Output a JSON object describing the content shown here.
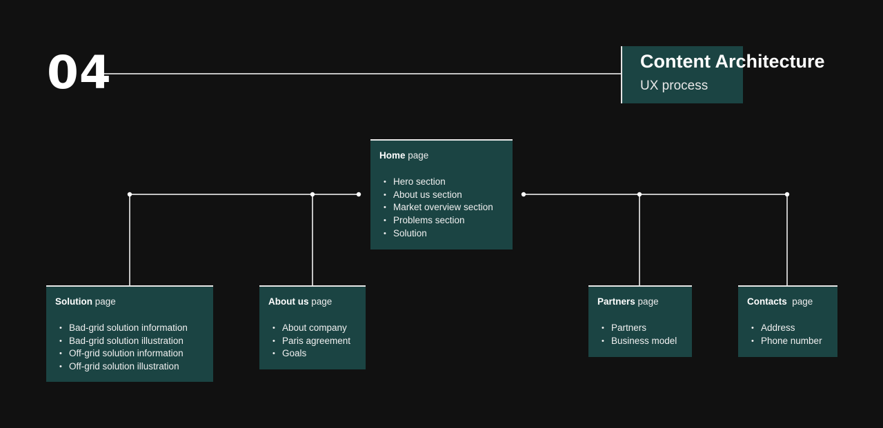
{
  "header": {
    "section_number": "04",
    "title": "Content Architecture",
    "subtitle": "UX process"
  },
  "colors": {
    "background": "#111111",
    "card": "#1b4443",
    "line": "#ffffff"
  },
  "cards": {
    "home": {
      "title": "Home",
      "suffix": "page",
      "items": [
        "Hero section",
        "About us section",
        "Market overview section",
        "Problems section",
        "Solution"
      ]
    },
    "solution": {
      "title": "Solution",
      "suffix": "page",
      "items": [
        "Bad-grid solution information",
        "Bad-grid solution illustration",
        "Off-grid solution information",
        "Off-grid solution illustration"
      ]
    },
    "about": {
      "title": "About us",
      "suffix": "page",
      "items": [
        "About company",
        "Paris agreement",
        "Goals"
      ]
    },
    "partners": {
      "title": "Partners",
      "suffix": "page",
      "items": [
        "Partners",
        "Business model"
      ]
    },
    "contacts": {
      "title": "Contacts ",
      "suffix": "page",
      "items": [
        "Address",
        "Phone number"
      ]
    }
  }
}
